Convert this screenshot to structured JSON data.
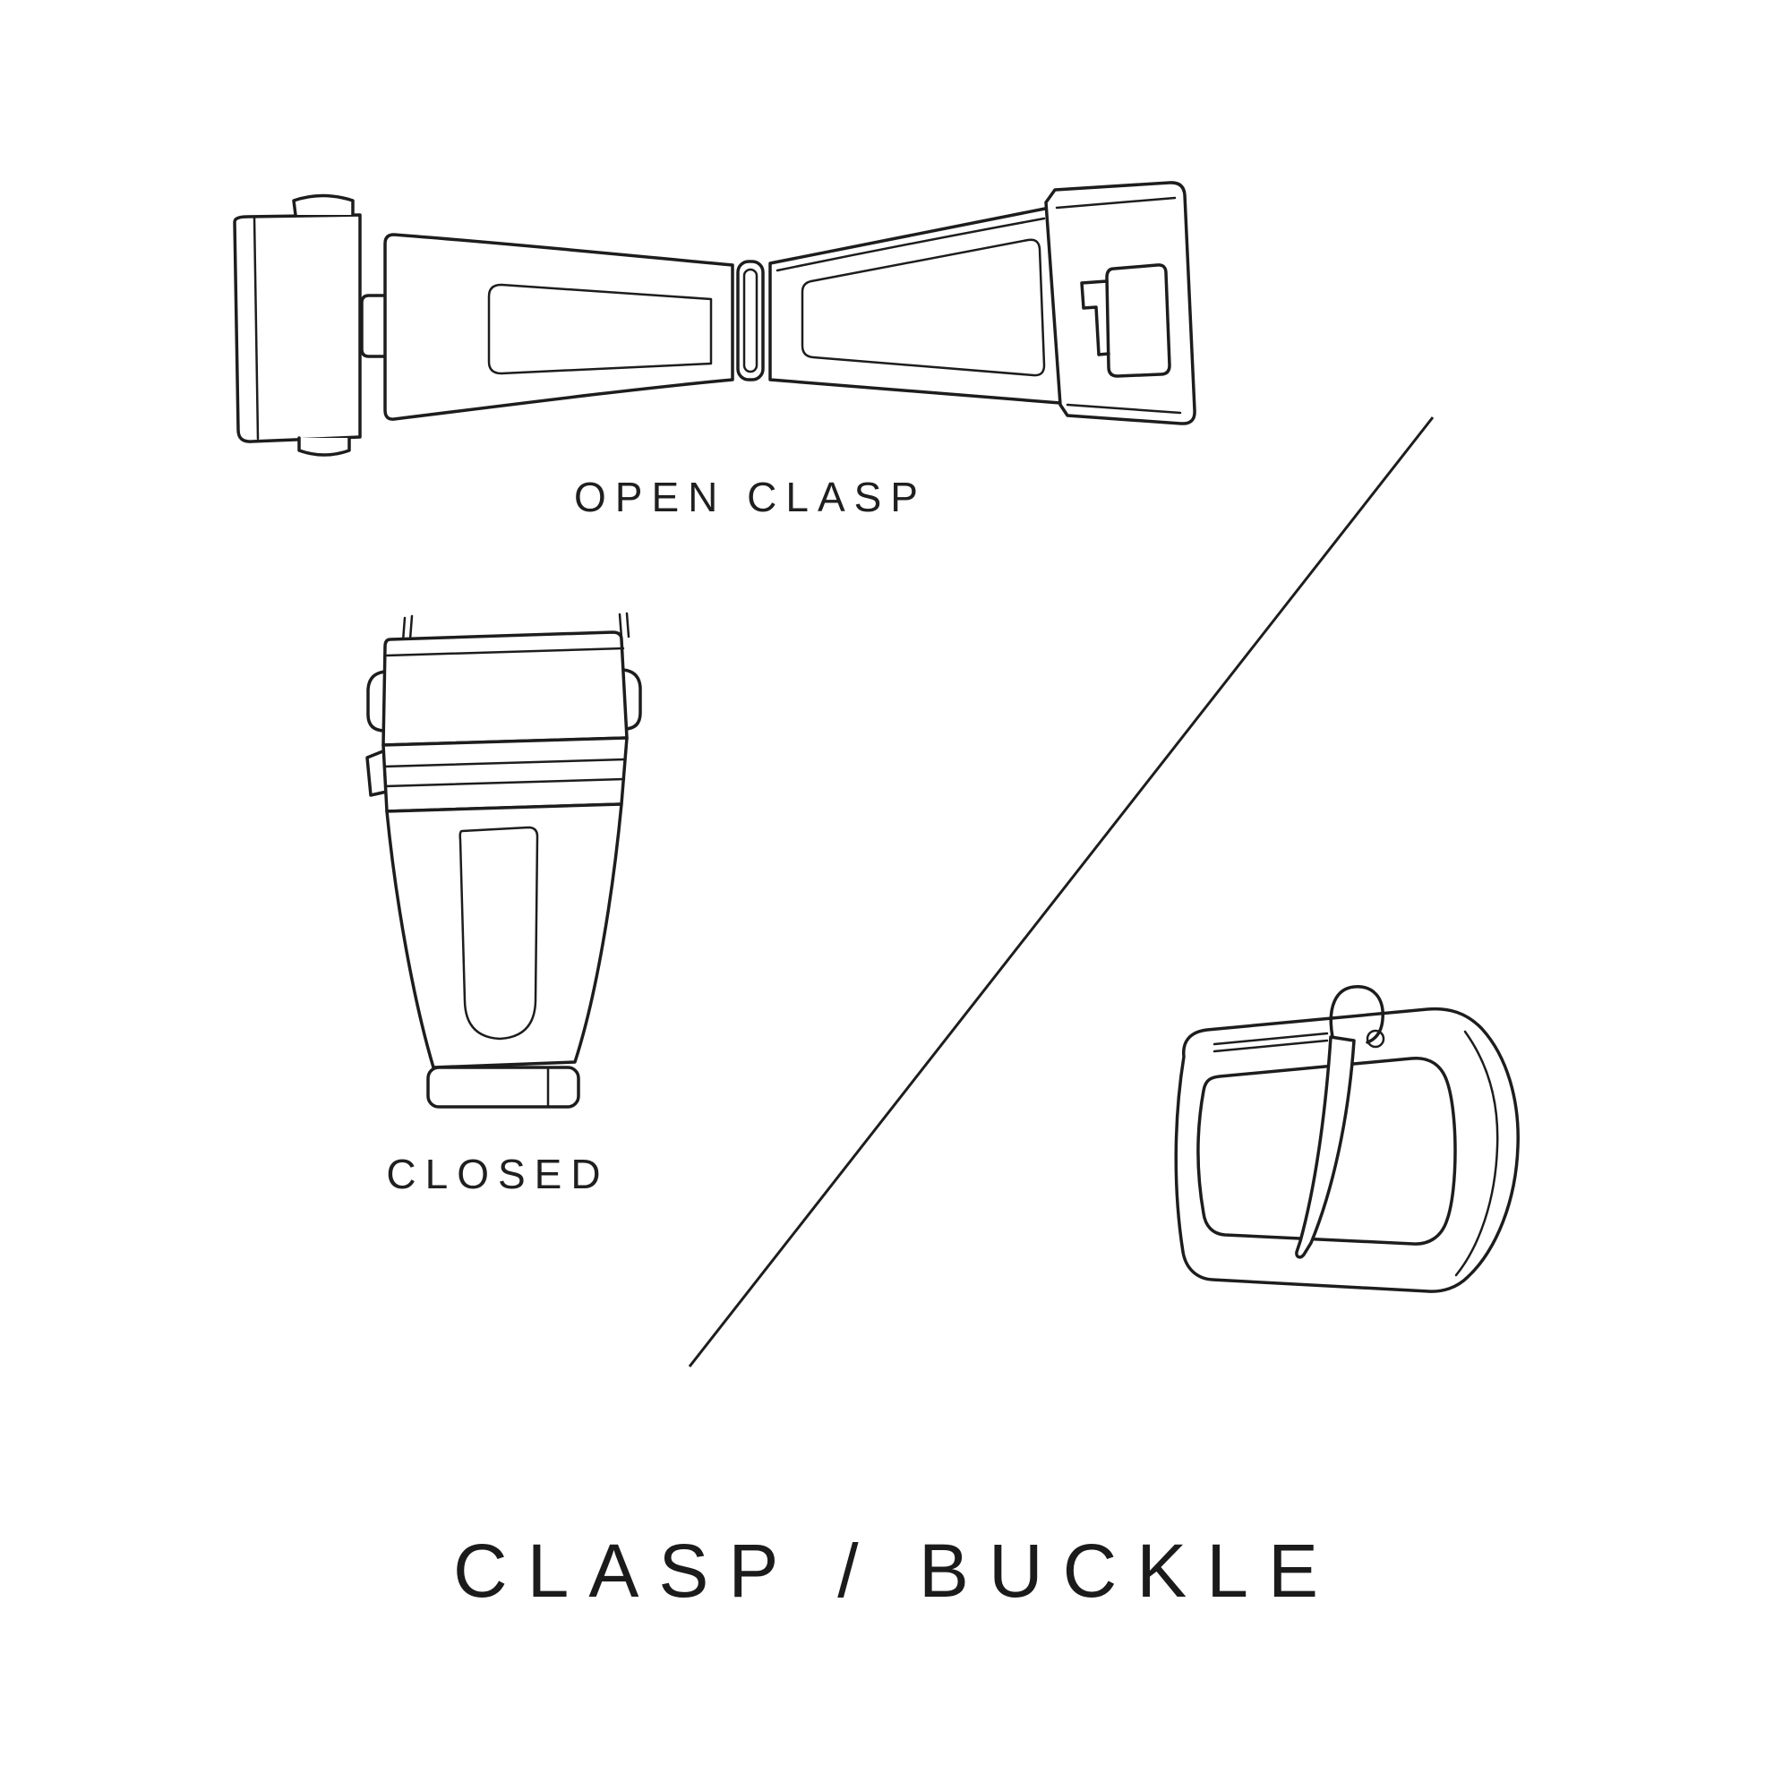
{
  "title": {
    "text": "CLASP / BUCKLE"
  },
  "labels": {
    "open_clasp": "OPEN CLASP",
    "closed": "CLOSED"
  },
  "figures": [
    {
      "name": "open-clasp-illustration",
      "caption": "OPEN CLASP"
    },
    {
      "name": "closed-clasp-illustration",
      "caption": "CLOSED"
    },
    {
      "name": "tang-buckle-illustration",
      "caption": ""
    }
  ],
  "colors": {
    "background": "#ffffff",
    "line": "#1d1d1d",
    "text": "#1f1f1f"
  },
  "divider": {
    "name": "diagonal-divider"
  }
}
